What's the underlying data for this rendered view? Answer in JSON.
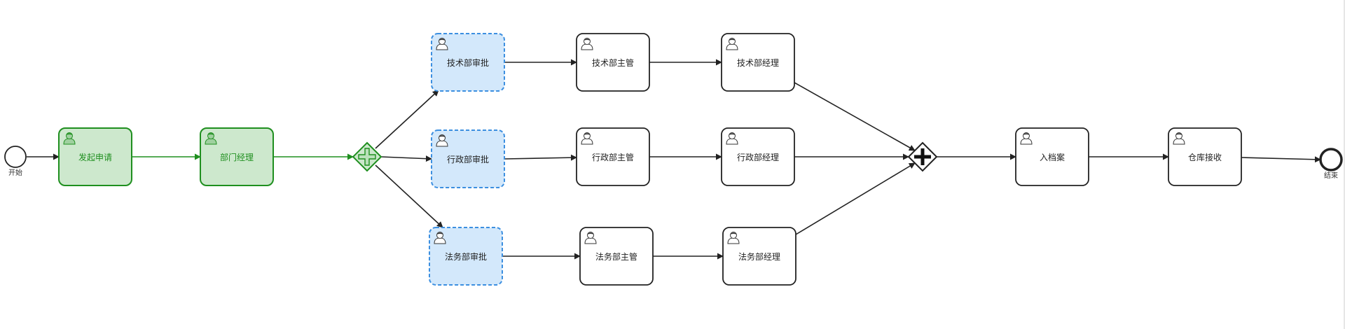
{
  "diagram": {
    "events": [
      {
        "id": "start",
        "kind": "start",
        "label": "开始"
      },
      {
        "id": "end",
        "kind": "end",
        "label": "结束"
      }
    ],
    "tasks": [
      {
        "id": "t1",
        "label": "发起申请",
        "status": "completed"
      },
      {
        "id": "t2",
        "label": "部门经理",
        "status": "completed"
      },
      {
        "id": "tech1",
        "label": "技术部审批",
        "status": "active"
      },
      {
        "id": "tech2",
        "label": "技术部主管",
        "status": "pending"
      },
      {
        "id": "tech3",
        "label": "技术部经理",
        "status": "pending"
      },
      {
        "id": "admin1",
        "label": "行政部审批",
        "status": "active"
      },
      {
        "id": "admin2",
        "label": "行政部主管",
        "status": "pending"
      },
      {
        "id": "admin3",
        "label": "行政部经理",
        "status": "pending"
      },
      {
        "id": "legal1",
        "label": "法务部审批",
        "status": "active"
      },
      {
        "id": "legal2",
        "label": "法务部主管",
        "status": "pending"
      },
      {
        "id": "legal3",
        "label": "法务部经理",
        "status": "pending"
      },
      {
        "id": "archive",
        "label": "入档案",
        "status": "pending"
      },
      {
        "id": "warehouse",
        "label": "仓库接收",
        "status": "pending"
      }
    ],
    "gateways": [
      {
        "id": "split",
        "kind": "parallel",
        "status": "completed"
      },
      {
        "id": "join",
        "kind": "parallel",
        "status": "pending"
      }
    ],
    "flows": [
      {
        "from": "start",
        "to": "t1",
        "status": "pending"
      },
      {
        "from": "t1",
        "to": "t2",
        "status": "completed"
      },
      {
        "from": "t2",
        "to": "split",
        "status": "completed"
      },
      {
        "from": "split",
        "to": "tech1",
        "status": "pending"
      },
      {
        "from": "split",
        "to": "admin1",
        "status": "pending"
      },
      {
        "from": "split",
        "to": "legal1",
        "status": "pending"
      },
      {
        "from": "tech1",
        "to": "tech2",
        "status": "pending"
      },
      {
        "from": "tech2",
        "to": "tech3",
        "status": "pending"
      },
      {
        "from": "admin1",
        "to": "admin2",
        "status": "pending"
      },
      {
        "from": "admin2",
        "to": "admin3",
        "status": "pending"
      },
      {
        "from": "legal1",
        "to": "legal2",
        "status": "pending"
      },
      {
        "from": "legal2",
        "to": "legal3",
        "status": "pending"
      },
      {
        "from": "tech3",
        "to": "join",
        "status": "pending"
      },
      {
        "from": "admin3",
        "to": "join",
        "status": "pending"
      },
      {
        "from": "legal3",
        "to": "join",
        "status": "pending"
      },
      {
        "from": "join",
        "to": "archive",
        "status": "pending"
      },
      {
        "from": "archive",
        "to": "warehouse",
        "status": "pending"
      },
      {
        "from": "warehouse",
        "to": "end",
        "status": "pending"
      }
    ]
  },
  "colors": {
    "completed_stroke": "#1f8f1f",
    "completed_fill": "#cde8cd",
    "active_stroke": "#3c8fe0",
    "active_fill": "#d3e8fb",
    "pending_stroke": "#222222",
    "pending_fill": "#ffffff"
  }
}
